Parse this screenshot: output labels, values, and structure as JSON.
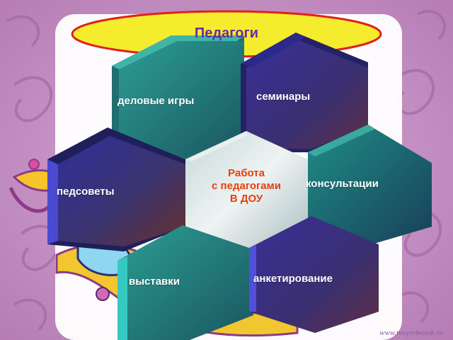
{
  "title": "Педагоги",
  "center": {
    "line1": "Работа",
    "line2": "с педагогами",
    "line3": "В ДОУ"
  },
  "hexagons": {
    "business_games": "деловые игры",
    "seminars": "семинары",
    "teacher_councils": "педсоветы",
    "consultations": "консультации",
    "exhibitions": "выставки",
    "surveys": "анкетирование"
  },
  "watermark": "www.tvoyrebenok.ru",
  "colors": {
    "background": "#c691c4",
    "ellipse_fill": "#f6ec2e",
    "ellipse_stroke": "#e0211c",
    "title_text": "#6a2aa8",
    "center_text": "#e8400a",
    "teal": "#1f7f7a",
    "purple": "#3a2a7a"
  }
}
